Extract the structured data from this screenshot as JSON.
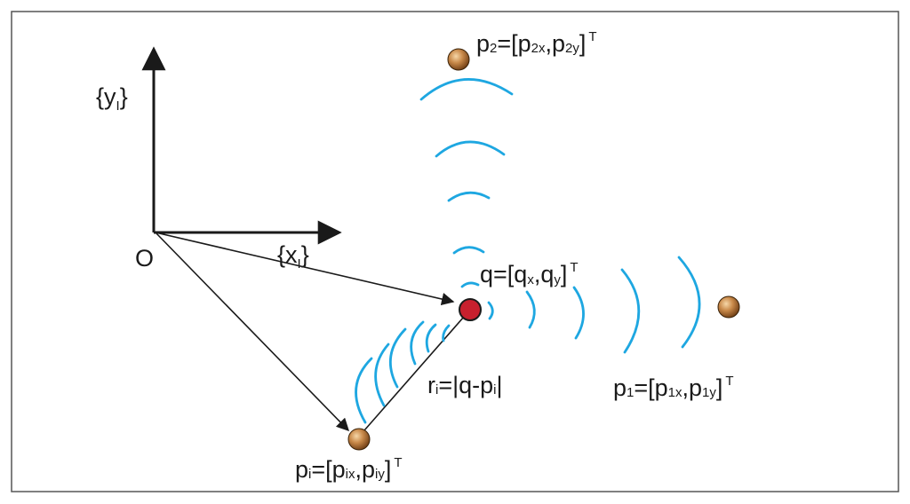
{
  "labels": {
    "origin": "O",
    "y_axis": {
      "open": "{y",
      "sub": "I",
      "close": "}"
    },
    "x_axis": {
      "open": "{x",
      "sub": "I",
      "close": "}"
    },
    "q": {
      "a": "q=[q",
      "s1": "x",
      "b": ",q",
      "s2": "y",
      "c": "]",
      "sup": "T"
    },
    "p2": {
      "a": "p",
      "s0": "2",
      "b": "=[p",
      "s1": "2x",
      "c": ",p",
      "s2": "2y",
      "d": "]",
      "sup": "T"
    },
    "p1": {
      "a": "p",
      "s0": "1",
      "b": "=[p",
      "s1": "1x",
      "c": ",p",
      "s2": "1y",
      "d": "]",
      "sup": "T"
    },
    "pi": {
      "a": "p",
      "s0": "i",
      "b": "=[p",
      "s1": "ix",
      "c": ",p",
      "s2": "iy",
      "d": "]",
      "sup": "T"
    },
    "ri": {
      "a": "r",
      "s0": "i",
      "b": "=|q-p",
      "s1": "i",
      "c": "|"
    }
  },
  "colors": {
    "wave": "#1ea7e1",
    "target_fill": "#c8202e",
    "anchor_fill": "#a86a32",
    "anchor_highlight": "#f6d7a8",
    "line": "#1a1a1a",
    "frame": "#555555"
  }
}
